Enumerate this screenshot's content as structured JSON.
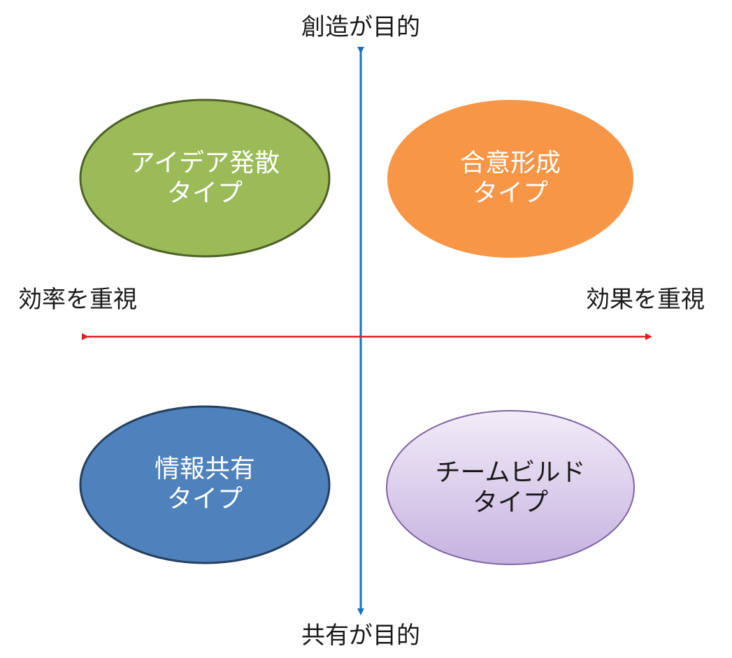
{
  "axes": {
    "top_label": "創造が目的",
    "bottom_label": "共有が目的",
    "left_label": "効率を重視",
    "right_label": "効果を重視",
    "vertical_color": "#1f6fbf",
    "horizontal_color": "#e02020"
  },
  "quadrants": {
    "top_left": {
      "line1": "アイデア発散",
      "line2": "タイプ",
      "fill": "#9bbb59",
      "stroke": "#4f6228",
      "text_color": "#ffffff"
    },
    "top_right": {
      "line1": "合意形成",
      "line2": "タイプ",
      "fill": "#f79646",
      "stroke": "#ffffff",
      "text_color": "#ffffff"
    },
    "bottom_left": {
      "line1": "情報共有",
      "line2": "タイプ",
      "fill": "#4f81bd",
      "stroke": "#254061",
      "text_color": "#ffffff"
    },
    "bottom_right": {
      "line1": "チームビルド",
      "line2": "タイプ",
      "fill_top": "#f2ecf8",
      "fill_bottom": "#c6b2e0",
      "stroke": "#8064a2",
      "text_color": "#1a1a1a"
    }
  }
}
